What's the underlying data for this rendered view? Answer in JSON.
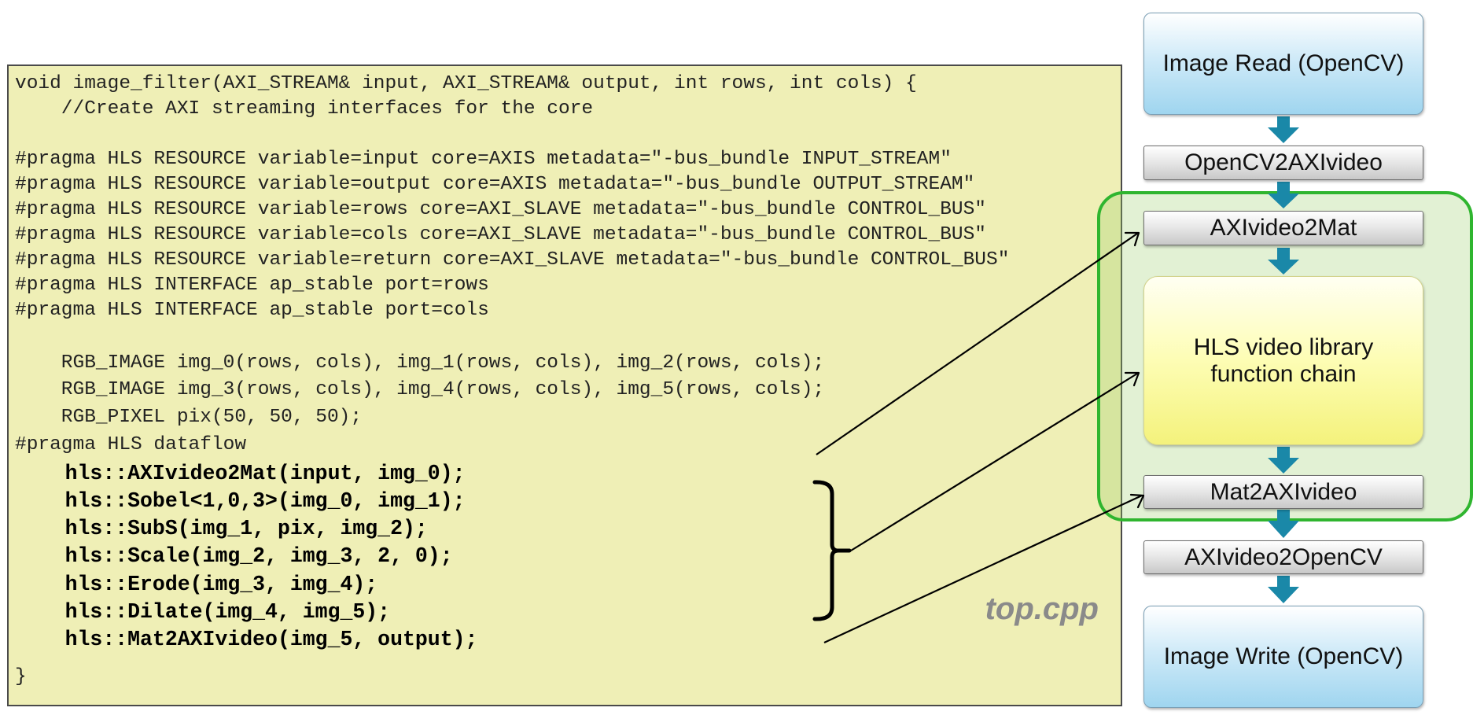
{
  "code": {
    "lines": [
      "void image_filter(AXI_STREAM& input, AXI_STREAM& output, int rows, int cols) {",
      "    //Create AXI streaming interfaces for the core",
      "#pragma HLS RESOURCE variable=input core=AXIS metadata=\"-bus_bundle INPUT_STREAM\"",
      "#pragma HLS RESOURCE variable=output core=AXIS metadata=\"-bus_bundle OUTPUT_STREAM\"",
      "#pragma HLS RESOURCE variable=rows core=AXI_SLAVE metadata=\"-bus_bundle CONTROL_BUS\"",
      "#pragma HLS RESOURCE variable=cols core=AXI_SLAVE metadata=\"-bus_bundle CONTROL_BUS\"",
      "#pragma HLS RESOURCE variable=return core=AXI_SLAVE metadata=\"-bus_bundle CONTROL_BUS\"",
      "#pragma HLS INTERFACE ap_stable port=rows",
      "#pragma HLS INTERFACE ap_stable port=cols",
      "    RGB_IMAGE img_0(rows, cols), img_1(rows, cols), img_2(rows, cols);",
      "    RGB_IMAGE img_3(rows, cols), img_4(rows, cols), img_5(rows, cols);",
      "    RGB_PIXEL pix(50, 50, 50);",
      "#pragma HLS dataflow",
      "    hls::AXIvideo2Mat(input, img_0);",
      "    hls::Sobel<1,0,3>(img_0, img_1);",
      "    hls::SubS(img_1, pix, img_2);",
      "    hls::Scale(img_2, img_3, 2, 0);",
      "    hls::Erode(img_3, img_4);",
      "    hls::Dilate(img_4, img_5);",
      "    hls::Mat2AXIvideo(img_5, output);",
      "}"
    ],
    "filename": "top.cpp"
  },
  "flow": {
    "image_read": "Image Read (OpenCV)",
    "opencv2axivideo": "OpenCV2AXIvideo",
    "axivideo2mat": "AXIvideo2Mat",
    "hls_chain": "HLS video library function chain",
    "mat2axivideo": "Mat2AXIvideo",
    "axivideo2opencv": "AXIvideo2OpenCV",
    "image_write": "Image Write (OpenCV)"
  },
  "colors": {
    "code_background": "#efefb6",
    "region_border": "#2fb52f",
    "flow_arrow": "#1a88a8",
    "pointer": "#000000"
  }
}
